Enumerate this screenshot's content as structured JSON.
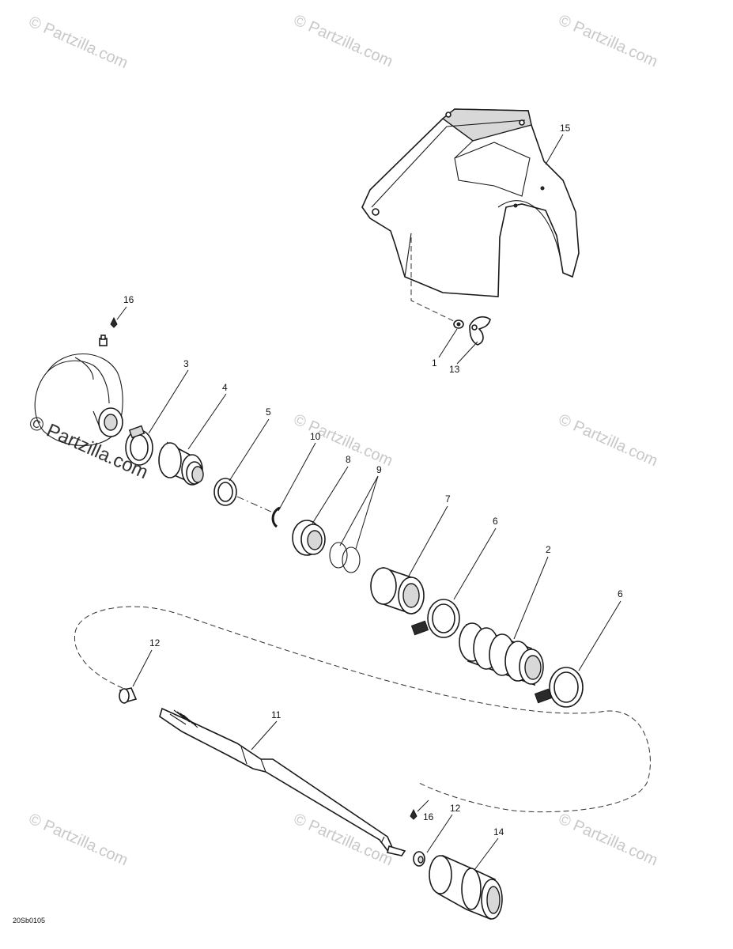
{
  "watermark": {
    "text": "© Partzilla.com",
    "color": "#c8c8c8"
  },
  "labels": {
    "p1": "1",
    "p2": "2",
    "p3": "3",
    "p4": "4",
    "p5": "5",
    "p6a": "6",
    "p6b": "6",
    "p7": "7",
    "p8": "8",
    "p9": "9",
    "p10": "10",
    "p11": "11",
    "p12a": "12",
    "p12b": "12",
    "p13": "13",
    "p14": "14",
    "p15": "15",
    "p16a": "16",
    "p16b": "16"
  },
  "drawing_code": "20Sb0105"
}
